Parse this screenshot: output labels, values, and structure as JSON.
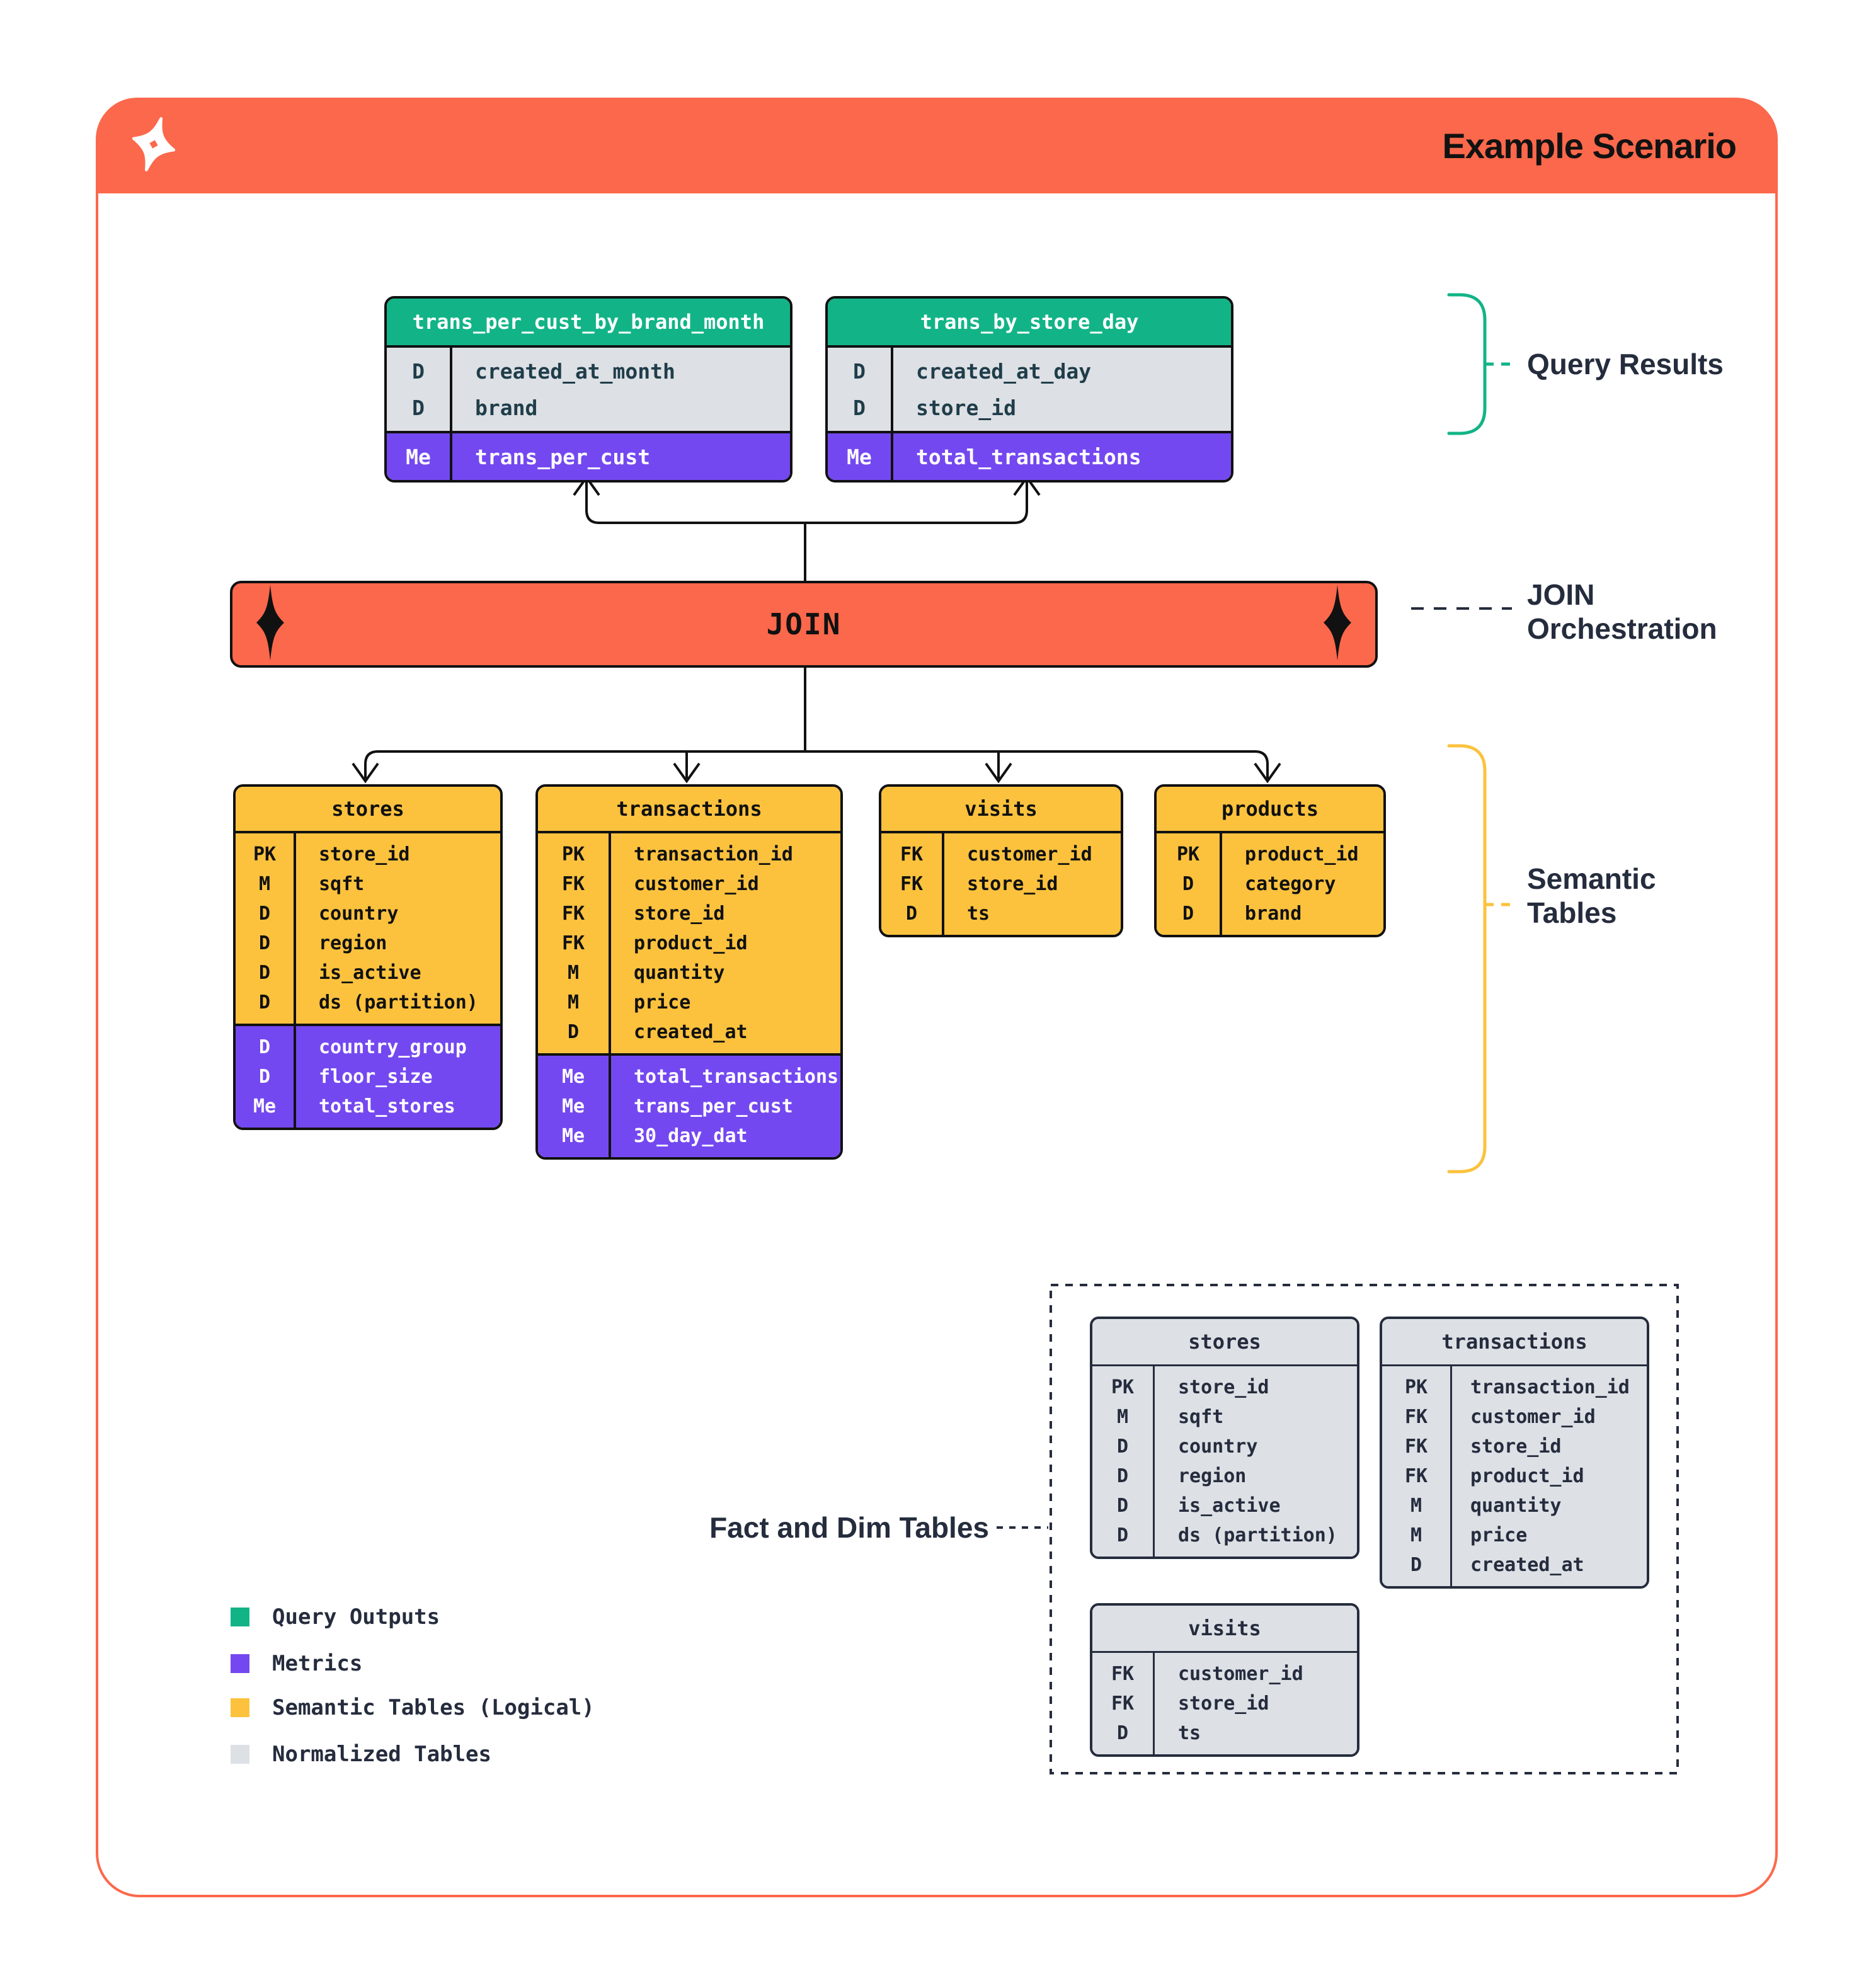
{
  "header": {
    "title": "Example Scenario",
    "logo": "dagster-star-logo"
  },
  "colors": {
    "accent_orange": "#FC684B",
    "green": "#12B487",
    "purple": "#7448F0",
    "yellow": "#FCC23E",
    "gray": "#DDE0E5",
    "navy": "#252C3D"
  },
  "join": {
    "label": "JOIN"
  },
  "annotations": {
    "query_results": "Query Results",
    "join_orchestration_line1": "JOIN",
    "join_orchestration_line2": "Orchestration",
    "semantic_line1": "Semantic",
    "semantic_line2": "Tables",
    "fact_dim": "Fact and Dim Tables"
  },
  "query_results": {
    "tables": [
      {
        "name": "trans_per_cust_by_brand_month",
        "dims": [
          {
            "key": "D",
            "field": "created_at_month"
          },
          {
            "key": "D",
            "field": "brand"
          }
        ],
        "metrics": [
          {
            "key": "Me",
            "field": "trans_per_cust"
          }
        ]
      },
      {
        "name": "trans_by_store_day",
        "dims": [
          {
            "key": "D",
            "field": "created_at_day"
          },
          {
            "key": "D",
            "field": "store_id"
          }
        ],
        "metrics": [
          {
            "key": "Me",
            "field": "total_transactions"
          }
        ]
      }
    ]
  },
  "semantic_tables": {
    "tables": [
      {
        "name": "stores",
        "columns": [
          {
            "key": "PK",
            "field": "store_id"
          },
          {
            "key": "M",
            "field": "sqft"
          },
          {
            "key": "D",
            "field": "country"
          },
          {
            "key": "D",
            "field": "region"
          },
          {
            "key": "D",
            "field": "is_active"
          },
          {
            "key": "D",
            "field": "ds (partition)"
          }
        ],
        "metrics": [
          {
            "key": "D",
            "field": "country_group"
          },
          {
            "key": "D",
            "field": "floor_size"
          },
          {
            "key": "Me",
            "field": "total_stores"
          }
        ]
      },
      {
        "name": "transactions",
        "columns": [
          {
            "key": "PK",
            "field": "transaction_id"
          },
          {
            "key": "FK",
            "field": "customer_id"
          },
          {
            "key": "FK",
            "field": "store_id"
          },
          {
            "key": "FK",
            "field": "product_id"
          },
          {
            "key": "M",
            "field": "quantity"
          },
          {
            "key": "M",
            "field": "price"
          },
          {
            "key": "D",
            "field": "created_at"
          }
        ],
        "metrics": [
          {
            "key": "Me",
            "field": "total_transactions"
          },
          {
            "key": "Me",
            "field": "trans_per_cust"
          },
          {
            "key": "Me",
            "field": "30_day_dat"
          }
        ]
      },
      {
        "name": "visits",
        "columns": [
          {
            "key": "FK",
            "field": "customer_id"
          },
          {
            "key": "FK",
            "field": "store_id"
          },
          {
            "key": "D",
            "field": "ts"
          }
        ],
        "metrics": []
      },
      {
        "name": "products",
        "columns": [
          {
            "key": "PK",
            "field": "product_id"
          },
          {
            "key": "D",
            "field": "category"
          },
          {
            "key": "D",
            "field": "brand"
          }
        ],
        "metrics": []
      }
    ]
  },
  "normalized_tables": {
    "tables": [
      {
        "name": "stores",
        "columns": [
          {
            "key": "PK",
            "field": "store_id"
          },
          {
            "key": "M",
            "field": "sqft"
          },
          {
            "key": "D",
            "field": "country"
          },
          {
            "key": "D",
            "field": "region"
          },
          {
            "key": "D",
            "field": "is_active"
          },
          {
            "key": "D",
            "field": "ds (partition)"
          }
        ]
      },
      {
        "name": "transactions",
        "columns": [
          {
            "key": "PK",
            "field": "transaction_id"
          },
          {
            "key": "FK",
            "field": "customer_id"
          },
          {
            "key": "FK",
            "field": "store_id"
          },
          {
            "key": "FK",
            "field": "product_id"
          },
          {
            "key": "M",
            "field": "quantity"
          },
          {
            "key": "M",
            "field": "price"
          },
          {
            "key": "D",
            "field": "created_at"
          }
        ]
      },
      {
        "name": "visits",
        "columns": [
          {
            "key": "FK",
            "field": "customer_id"
          },
          {
            "key": "FK",
            "field": "store_id"
          },
          {
            "key": "D",
            "field": "ts"
          }
        ]
      }
    ]
  },
  "legend": {
    "items": [
      {
        "color": "#12B487",
        "label": "Query Outputs"
      },
      {
        "color": "#7448F0",
        "label": "Metrics"
      },
      {
        "color": "#FCC23E",
        "label": "Semantic Tables (Logical)"
      },
      {
        "color": "#DDE0E5",
        "label": "Normalized Tables"
      }
    ]
  }
}
